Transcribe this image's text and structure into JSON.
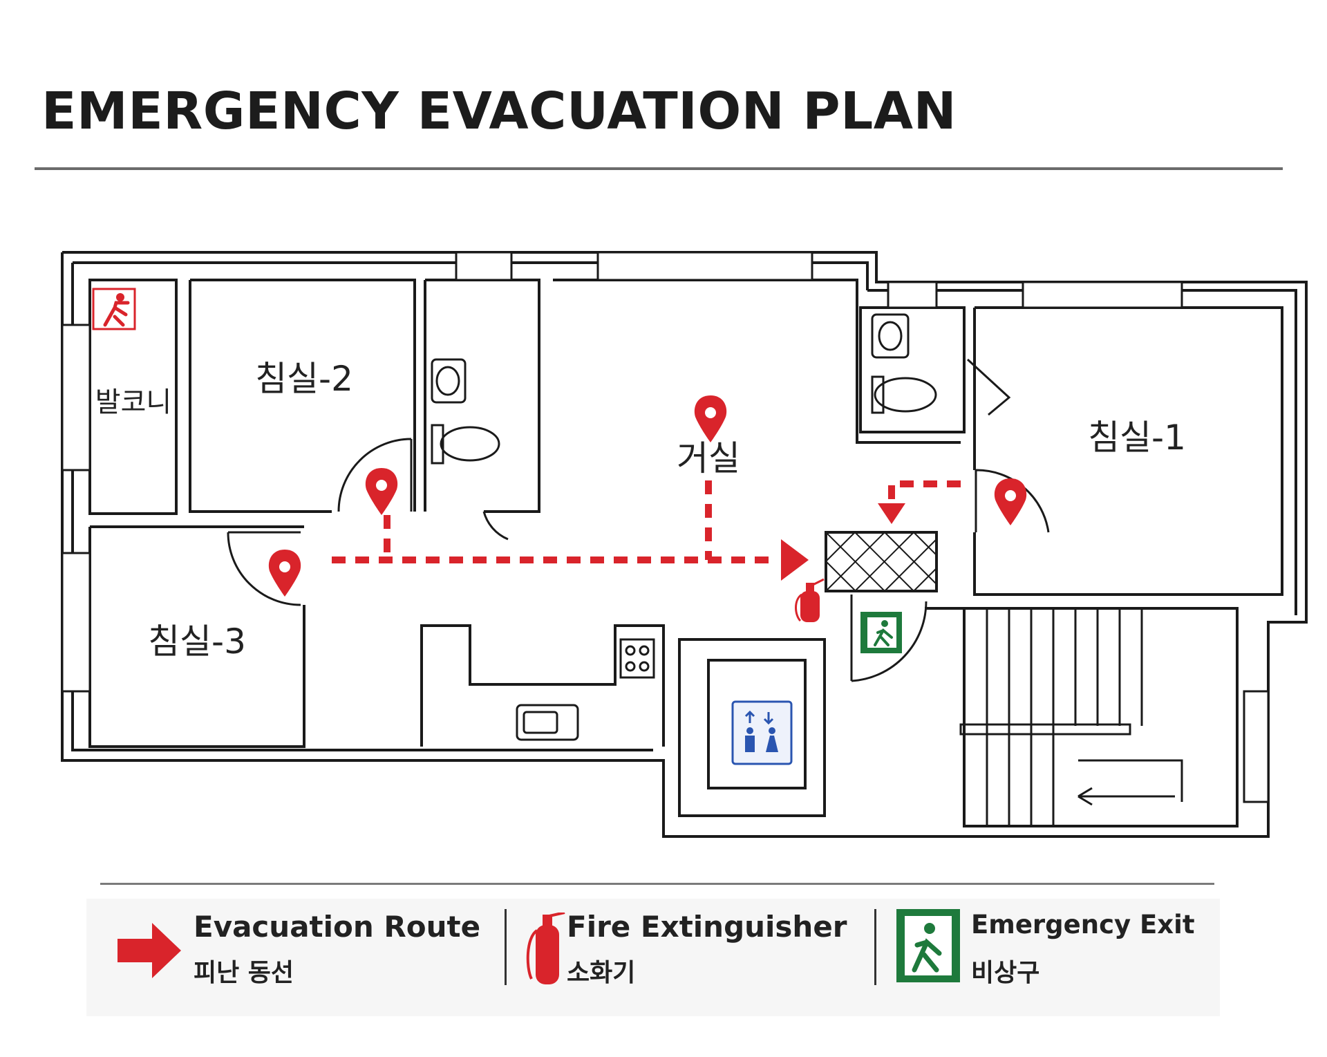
{
  "title": "EMERGENCY EVACUATION PLAN",
  "rooms": {
    "balcony": "발코니",
    "bedroom_1": "침실-1",
    "bedroom_2": "침실-2",
    "bedroom_3": "침실-3",
    "living_room": "거실"
  },
  "legend": [
    {
      "icon": "evacuation-route-arrow-icon",
      "label_en": "Evacuation Route",
      "label_ko": "피난 동선"
    },
    {
      "icon": "fire-extinguisher-icon",
      "label_en": "Fire Extinguisher",
      "label_ko": "소화기"
    },
    {
      "icon": "emergency-exit-icon",
      "label_en": "Emergency Exit",
      "label_ko": "비상구"
    }
  ],
  "colors": {
    "route": "#d9242b",
    "exit": "#1e7a3c",
    "elevator": "#2a55b0",
    "wall": "#1a1a1a"
  },
  "icons": [
    "location-pin-icon",
    "balcony-exit-sign-icon",
    "elevator-icon",
    "toilet-icon",
    "sink-icon",
    "stove-icon",
    "kitchen-sink-icon",
    "stairs-icon"
  ]
}
